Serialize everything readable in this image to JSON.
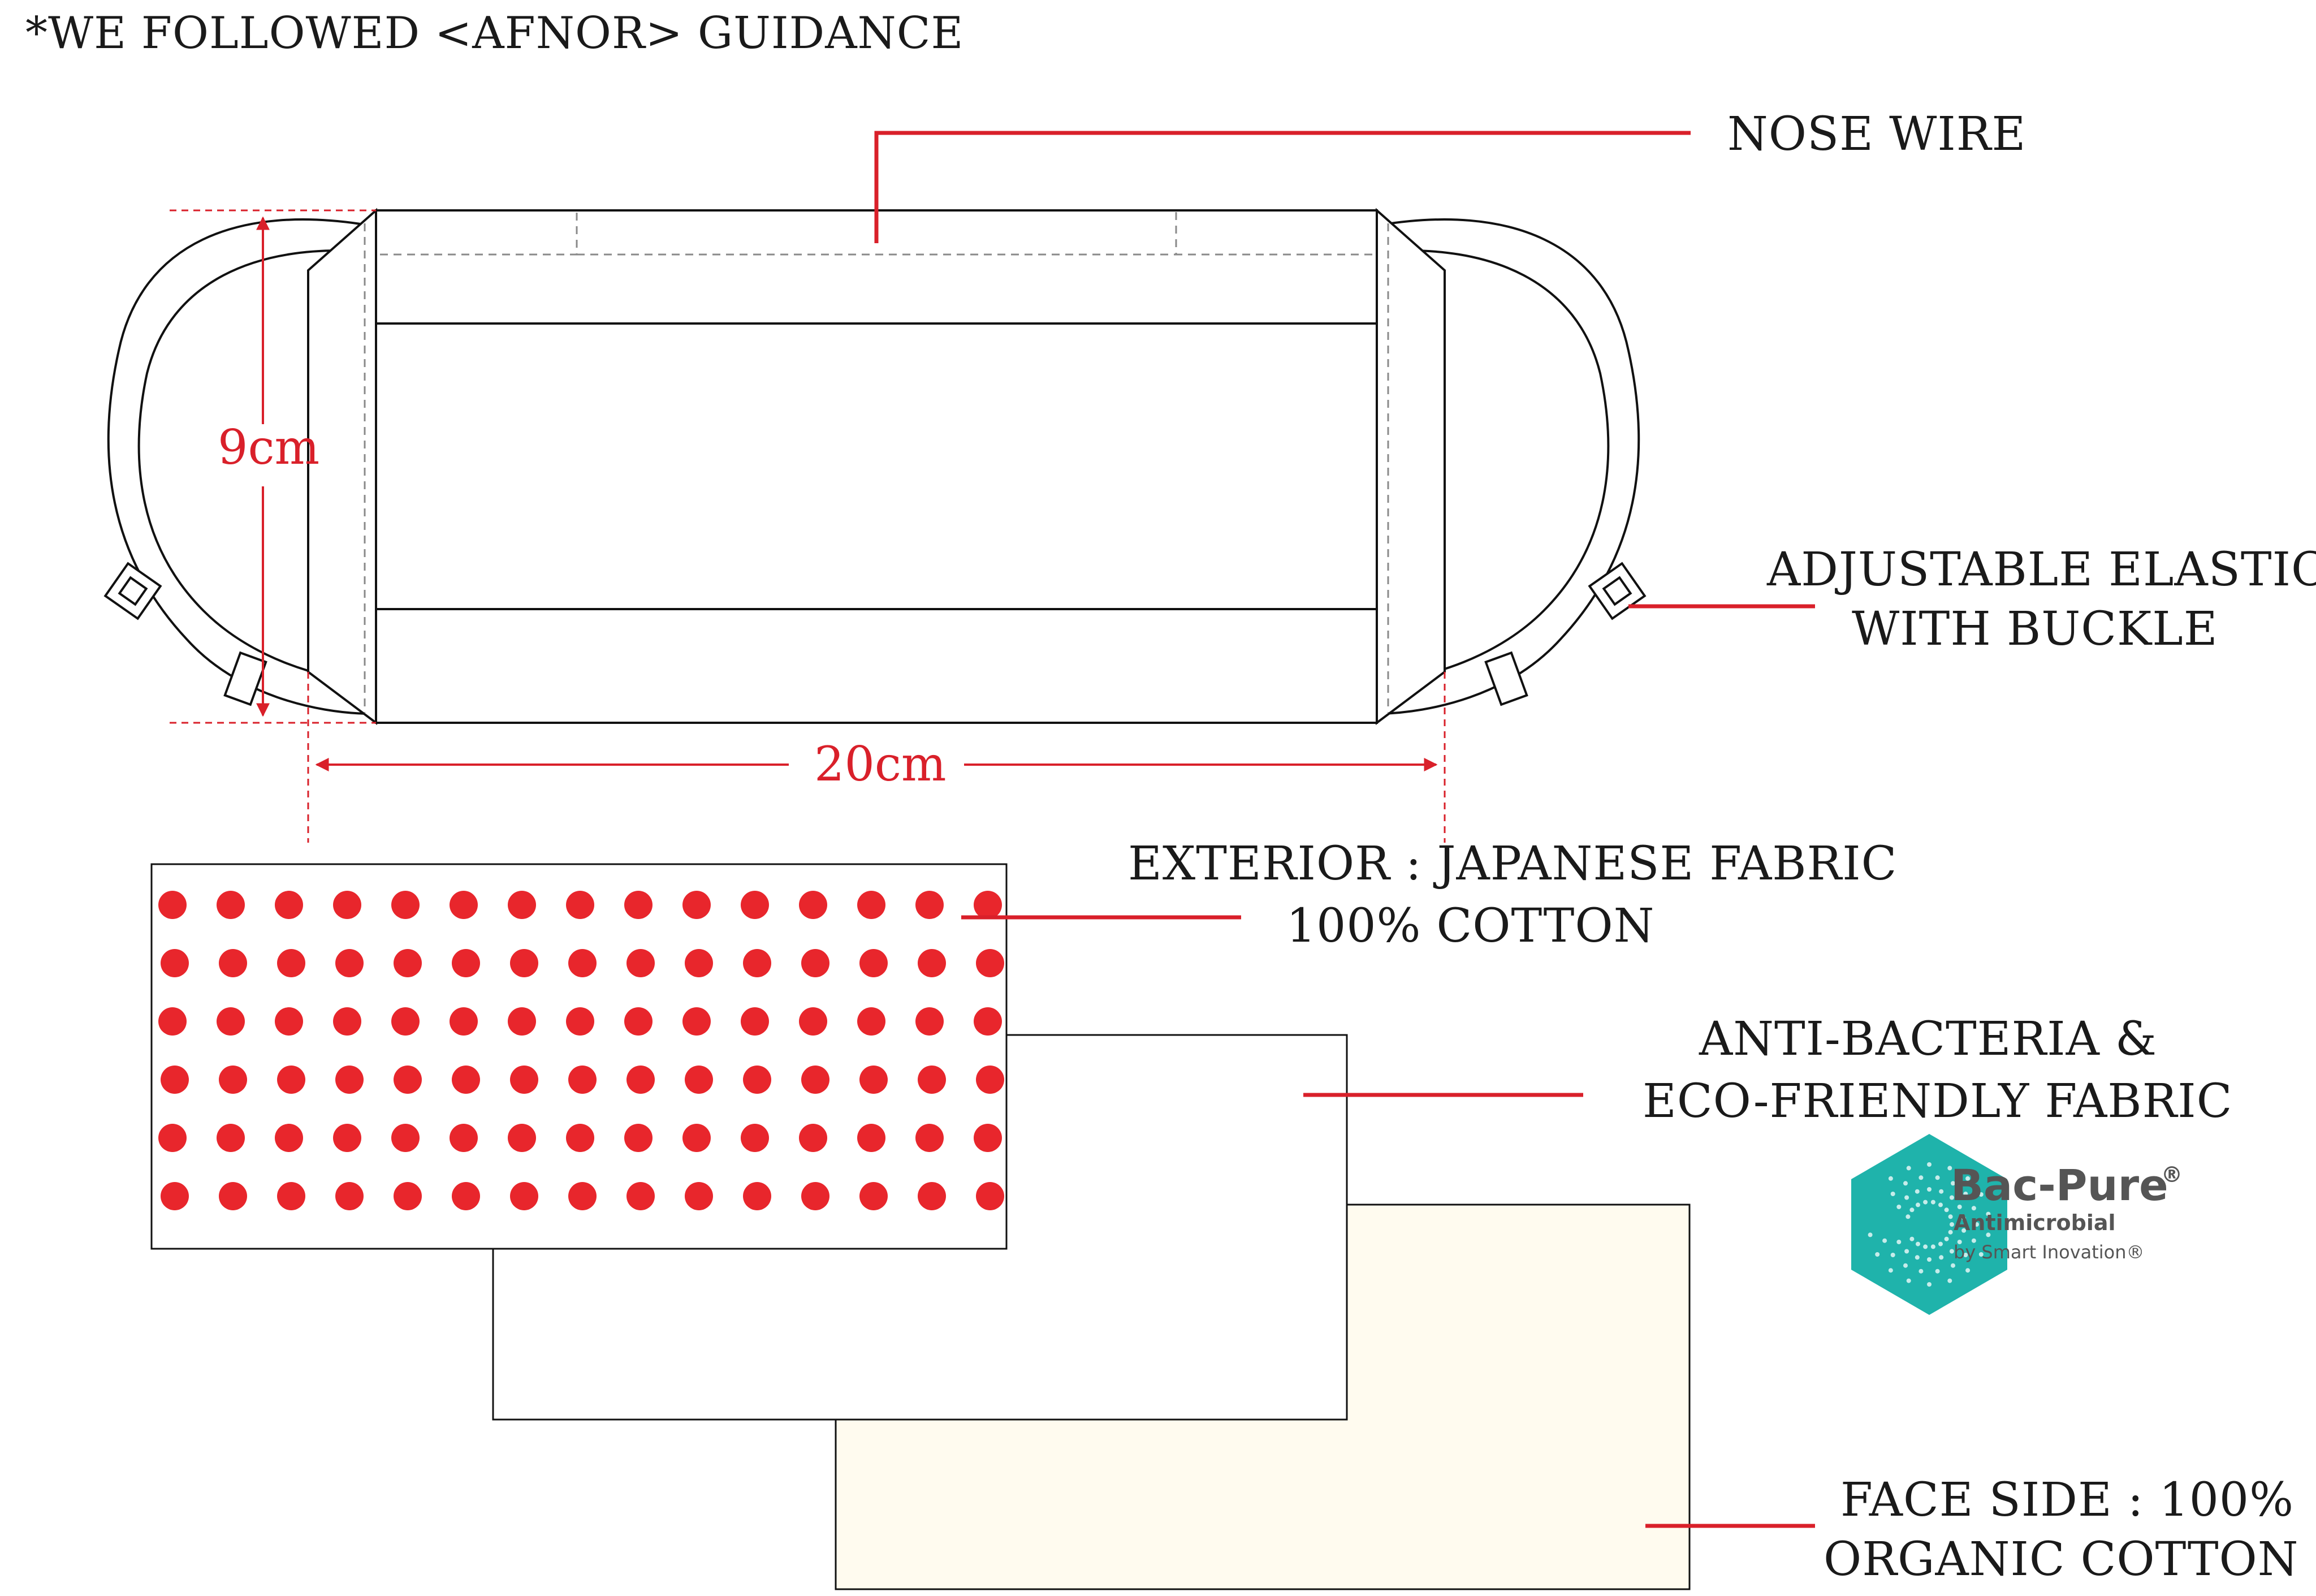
{
  "header": {
    "note": "*WE FOLLOWED <AFNOR> GUIDANCE"
  },
  "dimensions": {
    "height": "9cm",
    "width": "20cm"
  },
  "labels": {
    "nose_wire": "NOSE WIRE",
    "elastic_line1": "ADJUSTABLE ELASTIC",
    "elastic_line2": "WITH BUCKLE",
    "exterior_line1": "EXTERIOR : JAPANESE FABRIC",
    "exterior_line2": "100% COTTON",
    "middle_line1": "ANTI-BACTERIA &",
    "middle_line2": "ECO-FRIENDLY FABRIC",
    "face_line1": "FACE SIDE : 100%",
    "face_line2": "ORGANIC COTTON"
  },
  "logo": {
    "name": "Bac-Pure",
    "registered": "®",
    "subtitle": "Antimicrobial",
    "byline": "by Smart Inovation®"
  },
  "colors": {
    "accent_red": "#d9202a",
    "outline": "#111111",
    "dash_grey": "#8a8a8a",
    "polka_dot": "#e8262c",
    "face_fabric": "#fffbef",
    "logo_teal": "#1fb3ab",
    "logo_text": "#555555"
  }
}
